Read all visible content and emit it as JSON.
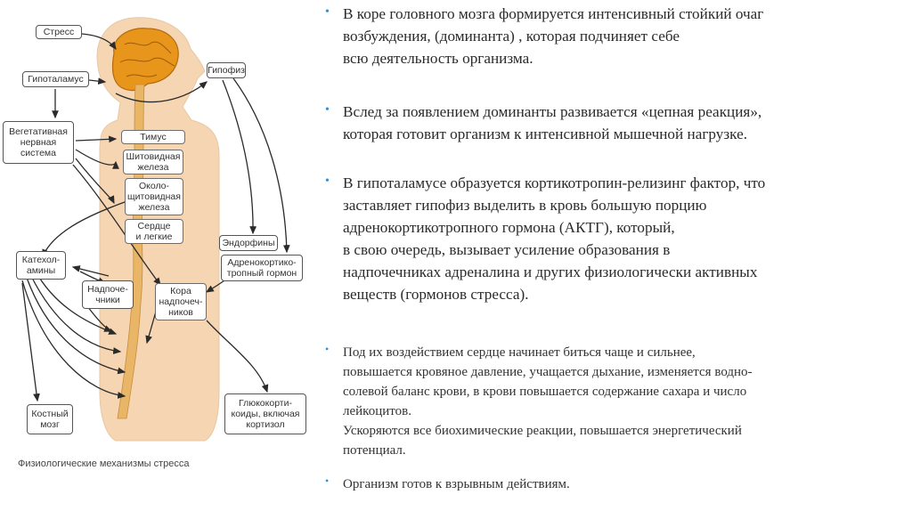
{
  "diagram": {
    "labels": {
      "stress": "Стресс",
      "hypothalamus": "Гипоталамус",
      "pituitary": "Гипофиз",
      "vegetative": [
        "Вегетативная",
        "нервная",
        "система"
      ],
      "thymus": "Тимус",
      "thyroid": [
        "Шитовидная",
        "железа"
      ],
      "parathyroid": [
        "Около-",
        "щитовидная",
        "железа"
      ],
      "heart_lungs": [
        "Сердце",
        "и легкие"
      ],
      "endorphins": "Эндорфины",
      "acth": [
        "Адренокортико-",
        "тропный гормон"
      ],
      "catecholamines": [
        "Катехол-",
        "амины"
      ],
      "adrenal_medulla": [
        "Надпоче-",
        "чники"
      ],
      "adrenal_cortex": [
        "Кора",
        "надпочеч-",
        "ников"
      ],
      "bone_marrow": [
        "Костный",
        "мозг"
      ],
      "glucocorticoids": [
        "Глюкокорти-",
        "коиды, включая",
        "кортизол"
      ]
    },
    "caption": "Физиологические механизмы стресса",
    "colors": {
      "body": "#f5d5b2",
      "brain": "#e8951c",
      "spine": "#e9b567",
      "arrow": "#2b2b2b"
    }
  },
  "text": {
    "paragraphs": [
      {
        "size": "large",
        "lines": [
          "В коре головного мозга формируется интенсивный стойкий очаг",
          "возбуждения, (доминанта) , которая подчиняет себе",
          "всю деятельность организма."
        ]
      },
      {
        "size": "large",
        "lines": [
          "Вслед за появлением доминанты развивается «цепная реакция»,",
          "которая готовит организм к интенсивной мышечной нагрузке."
        ]
      },
      {
        "size": "large",
        "lines": [
          " В гипоталамусе образуется кортикотропин-релизинг фактор, что",
          "заставляет гипофиз выделить в кровь большую порцию",
          "адренокортикотропного гормона (АКТГ), который,",
          "в свою очередь, вызывает усиление образования в",
          "надпочечниках адреналина и других физиологически активных",
          "веществ (гормонов стресса)."
        ]
      },
      {
        "size": "small",
        "lines": [
          " Под их воздействием сердце начинает биться чаще и сильнее,",
          "повышается кровяное давление, учащается дыхание, изменяется водно-",
          "солевой баланс крови, в крови повышается содержание сахара и число",
          "лейкоцитов.",
          " Ускоряются все биохимические реакции, повышается энергетический",
          "потенциал."
        ]
      },
      {
        "size": "small",
        "lines": [
          "Организм готов к взрывным действиям."
        ]
      }
    ],
    "bullet_color": "#2a8fd6"
  }
}
